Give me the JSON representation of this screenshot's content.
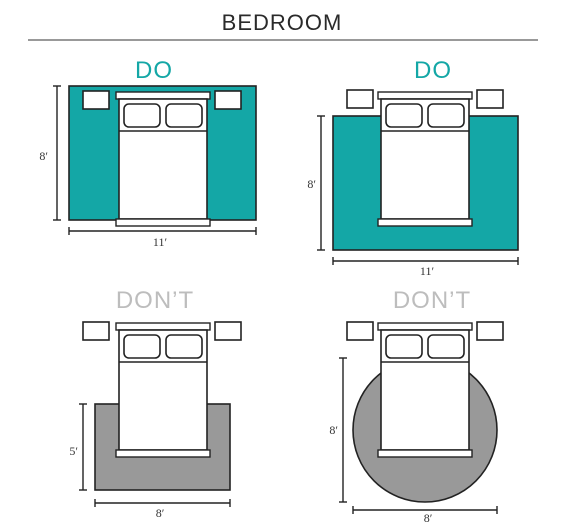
{
  "title": "BEDROOM",
  "colors": {
    "do": "#14a7a6",
    "dont": "#bdbdbd",
    "dont_rug": "#999999"
  },
  "panels": [
    {
      "heading": "DO",
      "width_label": "11′",
      "height_label": "8′"
    },
    {
      "heading": "DO",
      "width_label": "11′",
      "height_label": "8′"
    },
    {
      "heading": "DON’T",
      "width_label": "8′",
      "height_label": "5′"
    },
    {
      "heading": "DON’T",
      "width_label": "8′",
      "height_label": "8′"
    }
  ]
}
